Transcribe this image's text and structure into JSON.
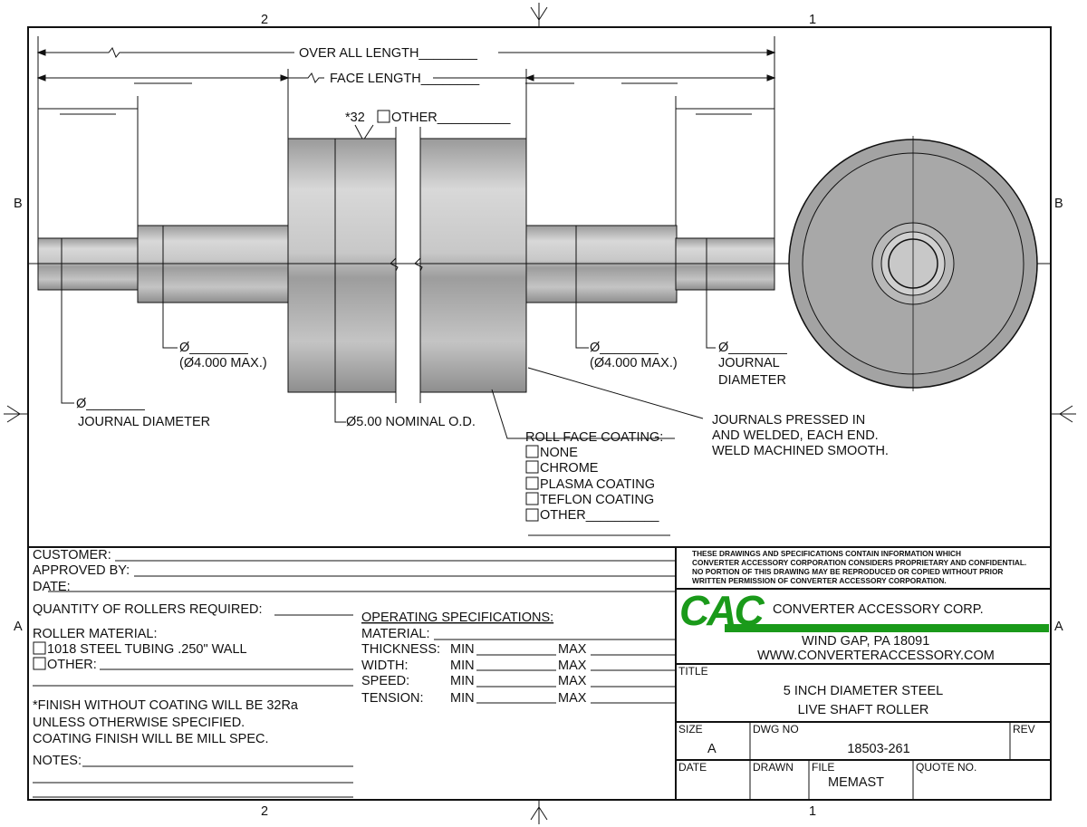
{
  "zones": {
    "top_left": "2",
    "top_right": "1",
    "bottom_left": "2",
    "bottom_right": "1",
    "left_top": "B",
    "left_bottom": "A",
    "right_top": "B",
    "right_bottom": "A"
  },
  "dims": {
    "overall_length": "OVER ALL LENGTH________",
    "face_length": "FACE LENGTH________",
    "finish": "*32",
    "finish_other": "OTHER__________",
    "left_shoulder_dia": "Ø________",
    "left_shoulder_max": "(Ø4.000 MAX.)",
    "left_journal_dia": "Ø________",
    "left_journal_label": "JOURNAL DIAMETER",
    "nominal_od": "Ø5.00 NOMINAL O.D.",
    "right_shoulder_dia": "Ø________",
    "right_shoulder_max": "(Ø4.000 MAX.)",
    "right_journal_dia": "Ø________",
    "right_journal_label1": "JOURNAL",
    "right_journal_label2": "DIAMETER"
  },
  "coating": {
    "title": "ROLL FACE COATING:",
    "options": [
      "NONE",
      "CHROME",
      "PLASMA COATING",
      "TEFLON COATING",
      "OTHER__________"
    ]
  },
  "journals_note": [
    "JOURNALS PRESSED IN",
    "AND WELDED, EACH END.",
    "WELD MACHINED SMOOTH."
  ],
  "form": {
    "customer": "CUSTOMER:",
    "approved_by": "APPROVED BY:",
    "date": "DATE:",
    "quantity": "QUANTITY OF ROLLERS REQUIRED:",
    "roller_material": "ROLLER MATERIAL:",
    "material_options": [
      "1018 STEEL TUBING .250\" WALL",
      "OTHER:"
    ],
    "finish_note": [
      "*FINISH WITHOUT COATING WILL BE 32Ra",
      "UNLESS OTHERWISE SPECIFIED.",
      "COATING FINISH WILL BE MILL SPEC."
    ],
    "notes": "NOTES:"
  },
  "operating": {
    "title": "OPERATING SPECIFICATIONS:",
    "material": "MATERIAL:",
    "rows": [
      {
        "label": "THICKNESS:",
        "min": "MIN",
        "max": "MAX"
      },
      {
        "label": "WIDTH:",
        "min": "MIN",
        "max": "MAX"
      },
      {
        "label": "SPEED:",
        "min": "MIN",
        "max": "MAX"
      },
      {
        "label": "TENSION:",
        "min": "MIN",
        "max": "MAX"
      }
    ]
  },
  "title_block": {
    "disclaimer": [
      "THESE DRAWINGS AND SPECIFICATIONS CONTAIN INFORMATION WHICH",
      "CONVERTER ACCESSORY CORPORATION CONSIDERS PROPRIETARY AND CONFIDENTIAL.",
      "NO PORTION OF THIS DRAWING MAY BE REPRODUCED OR COPIED WITHOUT PRIOR",
      "WRITTEN PERMISSION OF CONVERTER ACCESSORY CORPORATION."
    ],
    "logo": "CAC",
    "company": "CONVERTER ACCESSORY CORP.",
    "address": "WIND GAP, PA 18091",
    "website": "WWW.CONVERTERACCESSORY.COM",
    "title_label": "TITLE",
    "title_line1": "5 INCH DIAMETER STEEL",
    "title_line2": "LIVE SHAFT ROLLER",
    "size_label": "SIZE",
    "size": "A",
    "dwg_label": "DWG NO",
    "dwg_no": "18503-261",
    "rev_label": "REV",
    "date_label": "DATE",
    "drawn_label": "DRAWN",
    "file_label": "FILE",
    "file": "MEMAST",
    "quote_label": "QUOTE NO."
  },
  "colors": {
    "brand_green": "#1a9a1a"
  }
}
